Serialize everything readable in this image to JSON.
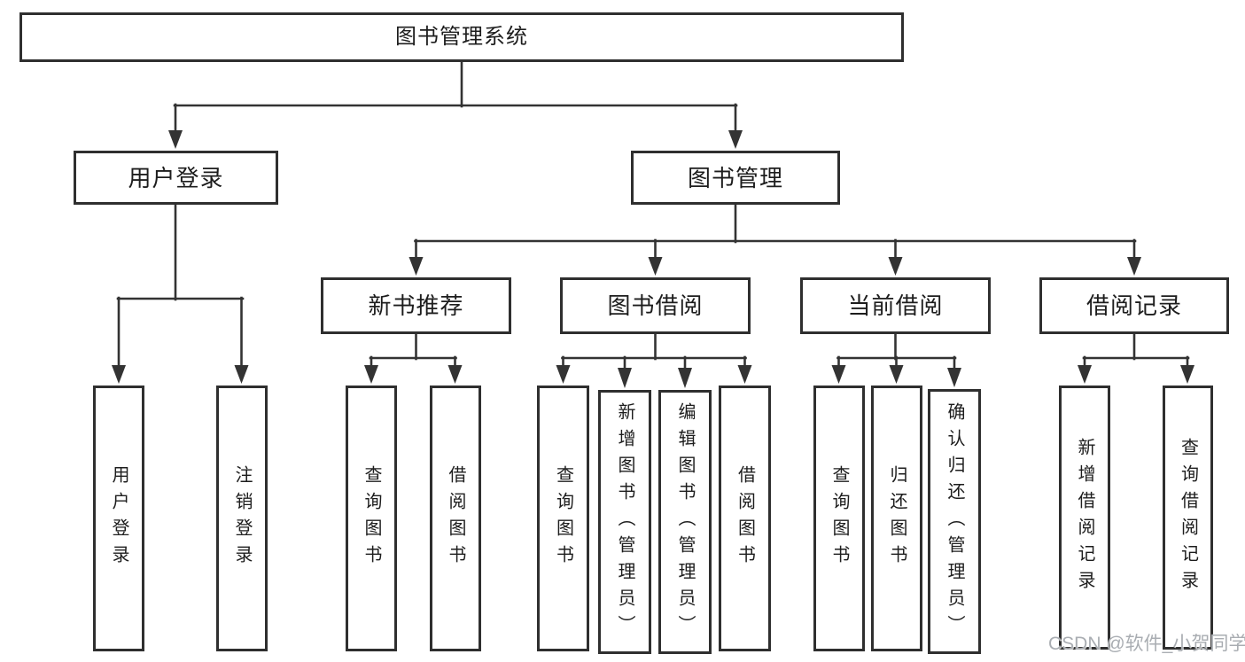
{
  "page": {
    "background": "#ffffff"
  },
  "colors": {
    "line": "#333333",
    "box_border": "#2f2f2f",
    "text": "#1d1d1d",
    "watermark": "#a9adb2"
  },
  "watermark": {
    "text": "CSDN @软件_小贺同学"
  },
  "diagram": {
    "type": "hierarchy-tree",
    "title": "图书管理系统",
    "nodes": {
      "root": {
        "label": "图书管理系统"
      },
      "user_login": {
        "label": "用户登录"
      },
      "book_mgmt": {
        "label": "图书管理"
      },
      "new_book_rec": {
        "label": "新书推荐"
      },
      "book_borrow": {
        "label": "图书借阅"
      },
      "current_borrow": {
        "label": "当前借阅"
      },
      "borrow_records": {
        "label": "借阅记录"
      },
      "ul_user_login": {
        "label": "用户登录"
      },
      "ul_logout": {
        "label": "注销登录"
      },
      "nb_query_book": {
        "label": "查询图书"
      },
      "nb_borrow_book": {
        "label": "借阅图书"
      },
      "bb_query_book": {
        "label": "查询图书"
      },
      "bb_add_book": {
        "label": "新增图书（管理员）"
      },
      "bb_edit_book": {
        "label": "编辑图书（管理员）"
      },
      "bb_borrow_book": {
        "label": "借阅图书"
      },
      "cb_query_book": {
        "label": "查询图书"
      },
      "cb_return_book": {
        "label": "归还图书"
      },
      "cb_confirm_return": {
        "label": "确认归还（管理员）"
      },
      "br_add_record": {
        "label": "新增借阅记录"
      },
      "br_query_record": {
        "label": "查询借阅记录"
      }
    },
    "hierarchy": {
      "root": [
        "user_login",
        "book_mgmt"
      ],
      "user_login": [
        "ul_user_login",
        "ul_logout"
      ],
      "book_mgmt": [
        "new_book_rec",
        "book_borrow",
        "current_borrow",
        "borrow_records"
      ],
      "new_book_rec": [
        "nb_query_book",
        "nb_borrow_book"
      ],
      "book_borrow": [
        "bb_query_book",
        "bb_add_book",
        "bb_edit_book",
        "bb_borrow_book"
      ],
      "current_borrow": [
        "cb_query_book",
        "cb_return_book",
        "cb_confirm_return"
      ],
      "borrow_records": [
        "br_add_record",
        "br_query_record"
      ]
    }
  }
}
